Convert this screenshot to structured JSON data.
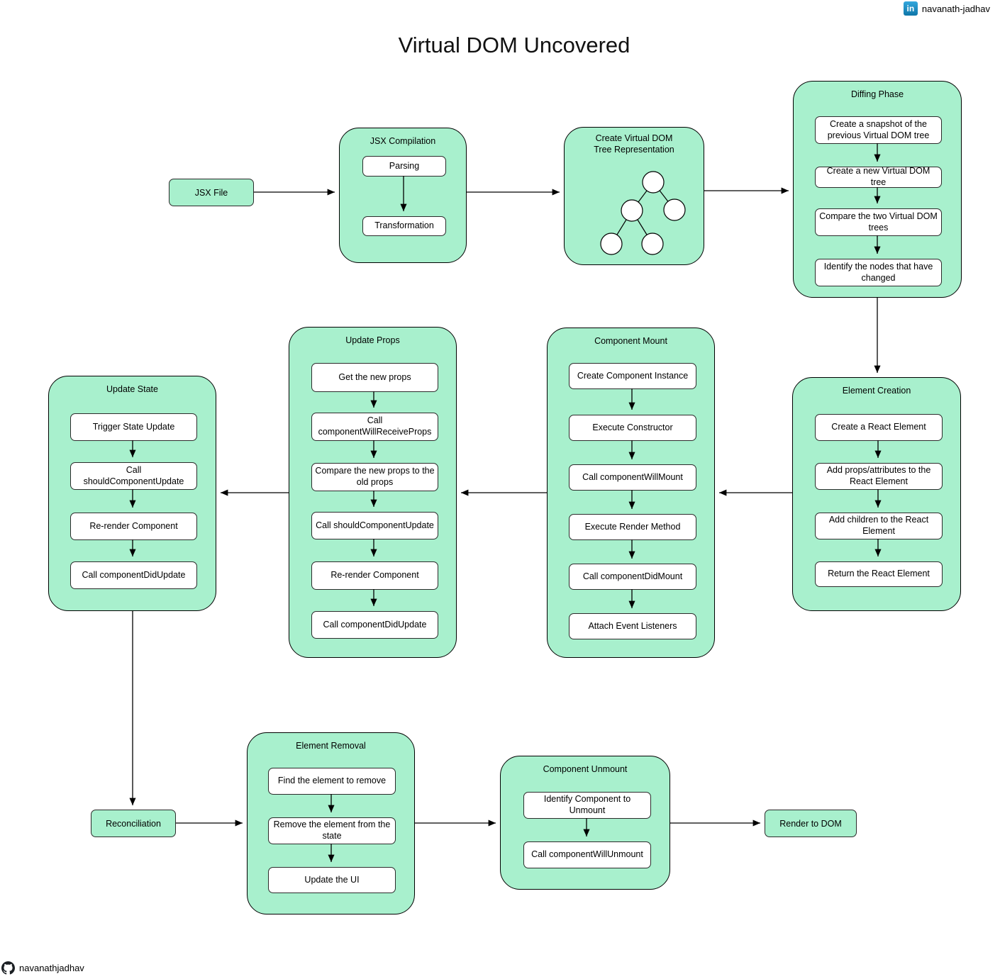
{
  "title": "Virtual DOM Uncovered",
  "badges": {
    "linkedin": {
      "icon": "linkedin-icon",
      "icon_glyph": "in",
      "label": "navanath-jadhav"
    },
    "github": {
      "icon": "github-icon",
      "label": "navanathjadhav"
    }
  },
  "colors": {
    "group_fill": "#a8f0cd",
    "step_fill": "#ffffff",
    "border": "#000000",
    "linkedin_blue": "#0e76a8"
  },
  "nodes": {
    "jsx_file": {
      "label": "JSX File"
    },
    "jsx_compilation": {
      "title": "JSX Compilation",
      "steps": [
        "Parsing",
        "Transformation"
      ]
    },
    "virtual_dom_tree": {
      "title": "Create Virtual DOM\nTree Representation",
      "icon": "virtual-dom-tree-icon"
    },
    "diffing_phase": {
      "title": "Diffing Phase",
      "steps": [
        "Create a snapshot of the\nprevious Virtual DOM tree",
        "Create a new Virtual DOM tree",
        "Compare the two Virtual DOM\ntrees",
        "Identify the nodes that have\nchanged"
      ]
    },
    "element_creation": {
      "title": "Element Creation",
      "steps": [
        "Create a React Element",
        "Add props/attributes to the\nReact Element",
        "Add children to the React\nElement",
        "Return the React Element"
      ]
    },
    "component_mount": {
      "title": "Component Mount",
      "steps": [
        "Create Component Instance",
        "Execute Constructor",
        "Call componentWillMount",
        "Execute Render Method",
        "Call componentDidMount",
        "Attach Event Listeners"
      ]
    },
    "update_props": {
      "title": "Update Props",
      "steps": [
        "Get the new props",
        "Call\ncomponentWillReceiveProps",
        "Compare the new props to the\nold props",
        "Call shouldComponentUpdate",
        "Re-render Component",
        "Call componentDidUpdate"
      ]
    },
    "update_state": {
      "title": "Update State",
      "steps": [
        "Trigger State Update",
        "Call\nshouldComponentUpdate",
        "Re-render Component",
        "Call componentDidUpdate"
      ]
    },
    "reconciliation": {
      "label": "Reconciliation"
    },
    "element_removal": {
      "title": "Element Removal",
      "steps": [
        "Find the element to remove",
        "Remove the element from the\nstate",
        "Update the UI"
      ]
    },
    "component_unmount": {
      "title": "Component Unmount",
      "steps": [
        "Identify Component to Unmount",
        "Call componentWillUnmount"
      ]
    },
    "render_to_dom": {
      "label": "Render to DOM"
    }
  }
}
